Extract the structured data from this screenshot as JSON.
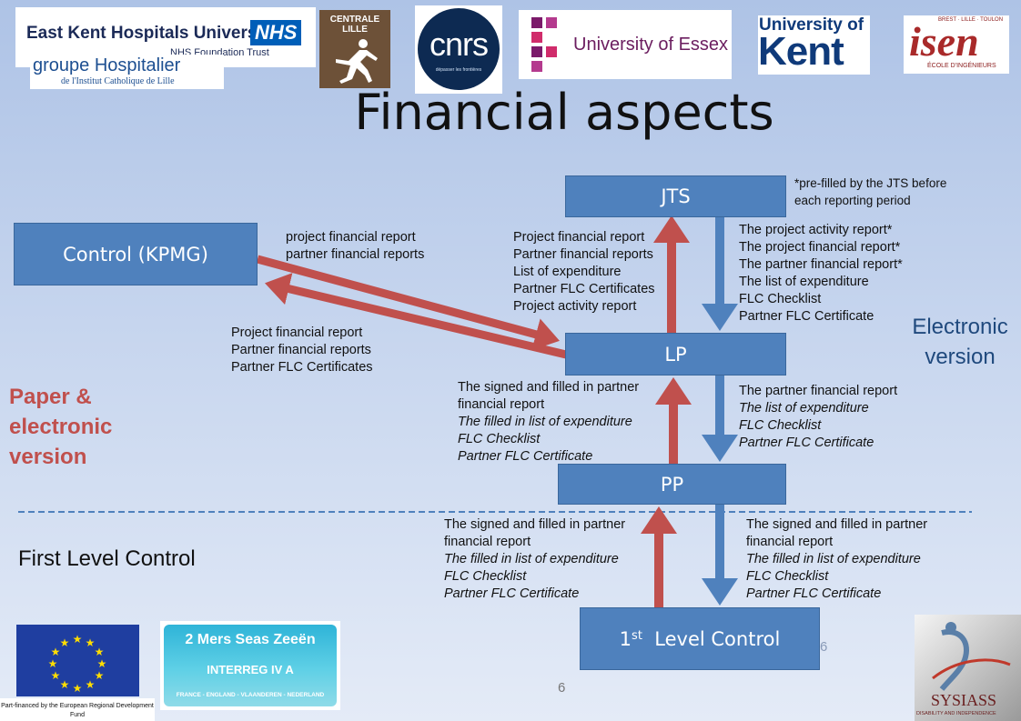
{
  "logos": {
    "ekhu_name": "East Kent Hospitals University",
    "ekhu_nhs": "NHS",
    "ekhu_trust": "NHS Foundation Trust",
    "ghicl_top": "groupe Hospitalier",
    "ghicl_sub": "de l'Institut Catholique de Lille",
    "centrale": "CENTRALE\nLILLE",
    "cnrs": "cnrs",
    "cnrs_tag": "dépasser les frontières",
    "essex": "University of Essex",
    "kent_top": "University of",
    "kent_big": "Kent",
    "isen_top": "BREST · LILLE · TOULON",
    "isen": "isen",
    "isen_sub": "ÉCOLE D'INGÉNIEURS",
    "interreg_top": "2 Mers Seas Zeeën",
    "interreg_mid": "INTERREG IV A",
    "interreg_bottom": "FRANCE - ENGLAND - VLAANDEREN - NEDERLAND",
    "erdf": "Part-financed by the European Regional Development Fund",
    "sysiass": "SYSIASS",
    "sysiass_sub": "DISABILITY AND INDEPENDENCE"
  },
  "title": "Financial aspects",
  "boxes": {
    "jts": "JTS",
    "control": "Control (KPMG)",
    "lp": "LP",
    "pp": "PP",
    "flc_pre": "1",
    "flc_sup": "st",
    "flc_post": "Level Control"
  },
  "notes": {
    "jts_note": [
      "*pre-filled by the JTS before",
      "each reporting period"
    ],
    "to_control": [
      "project financial report",
      "partner financial reports"
    ],
    "from_control": [
      "Project financial report",
      "Partner financial reports",
      "Partner FLC Certificates"
    ],
    "lp_to_jts": [
      "Project financial report",
      "Partner financial reports",
      "List of expenditure",
      "Partner FLC Certificates",
      "Project activity report"
    ],
    "jts_to_lp": [
      "The project activity report*",
      "The project financial report*",
      "The partner financial report*",
      "The list of expenditure",
      "FLC Checklist",
      "Partner FLC Certificate"
    ],
    "pp_to_lp_normal": [
      "The signed and filled in partner",
      "financial report"
    ],
    "pp_to_lp_italic": [
      "The filled in list of expenditure",
      "FLC Checklist",
      "Partner FLC Certificate"
    ],
    "lp_to_pp_normal": [
      "The partner financial report"
    ],
    "lp_to_pp_italic": [
      "The list of expenditure",
      "FLC Checklist",
      "Partner FLC Certificate"
    ],
    "flc_to_pp_normal": [
      "The signed and filled in partner",
      "financial report"
    ],
    "flc_to_pp_italic": [
      "The filled in list of expenditure",
      "FLC Checklist",
      "Partner FLC Certificate"
    ],
    "pp_to_flc_normal": [
      "The signed and filled in partner",
      "financial report"
    ],
    "pp_to_flc_italic": [
      "The filled in list of expenditure",
      "FLC Checklist",
      "Partner FLC Certificate"
    ]
  },
  "labels": {
    "electronic": [
      "Electronic",
      "version"
    ],
    "paper": [
      "Paper &",
      "electronic",
      "version"
    ],
    "first_level": "First Level Control",
    "page_num": "6",
    "page_num_ghost": "6"
  },
  "colors": {
    "box": "#4f81bd",
    "red_arrow": "#c0504d",
    "blue_arrow": "#4f81bd",
    "paper_label": "#c0504d",
    "electronic_label": "#1f497d"
  }
}
